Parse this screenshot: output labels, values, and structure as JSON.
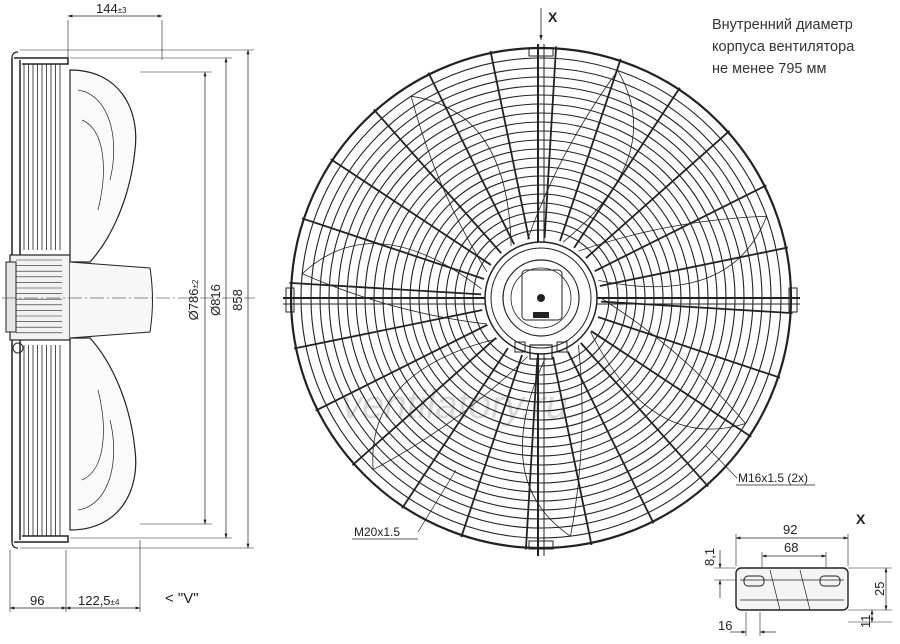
{
  "note": {
    "lines": [
      "Внутренний диаметр",
      "корпуса вентилятора",
      "не менее 795 мм"
    ]
  },
  "watermark": "ventilatory.ru",
  "side_view": {
    "dim_depth": "144",
    "dim_depth_tol": "±3",
    "dim_diameter": "Ø786",
    "dim_diameter_tol": "±2",
    "dim_ring": "Ø816",
    "dim_overall": "858",
    "dim_left": "96",
    "dim_right": "122,5",
    "dim_right_tol": "±4",
    "view_label": "< \"V\""
  },
  "front_view": {
    "section_label": "X",
    "thread_left": "M20x1.5",
    "thread_right": "M16x1.5 (2x)"
  },
  "detail_x": {
    "title": "X",
    "dim_width": "92",
    "dim_inner": "68",
    "dim_height_left": "8,1",
    "dim_height_right": "25",
    "dim_bottom_right": "11",
    "dim_bottom_left": "16"
  }
}
